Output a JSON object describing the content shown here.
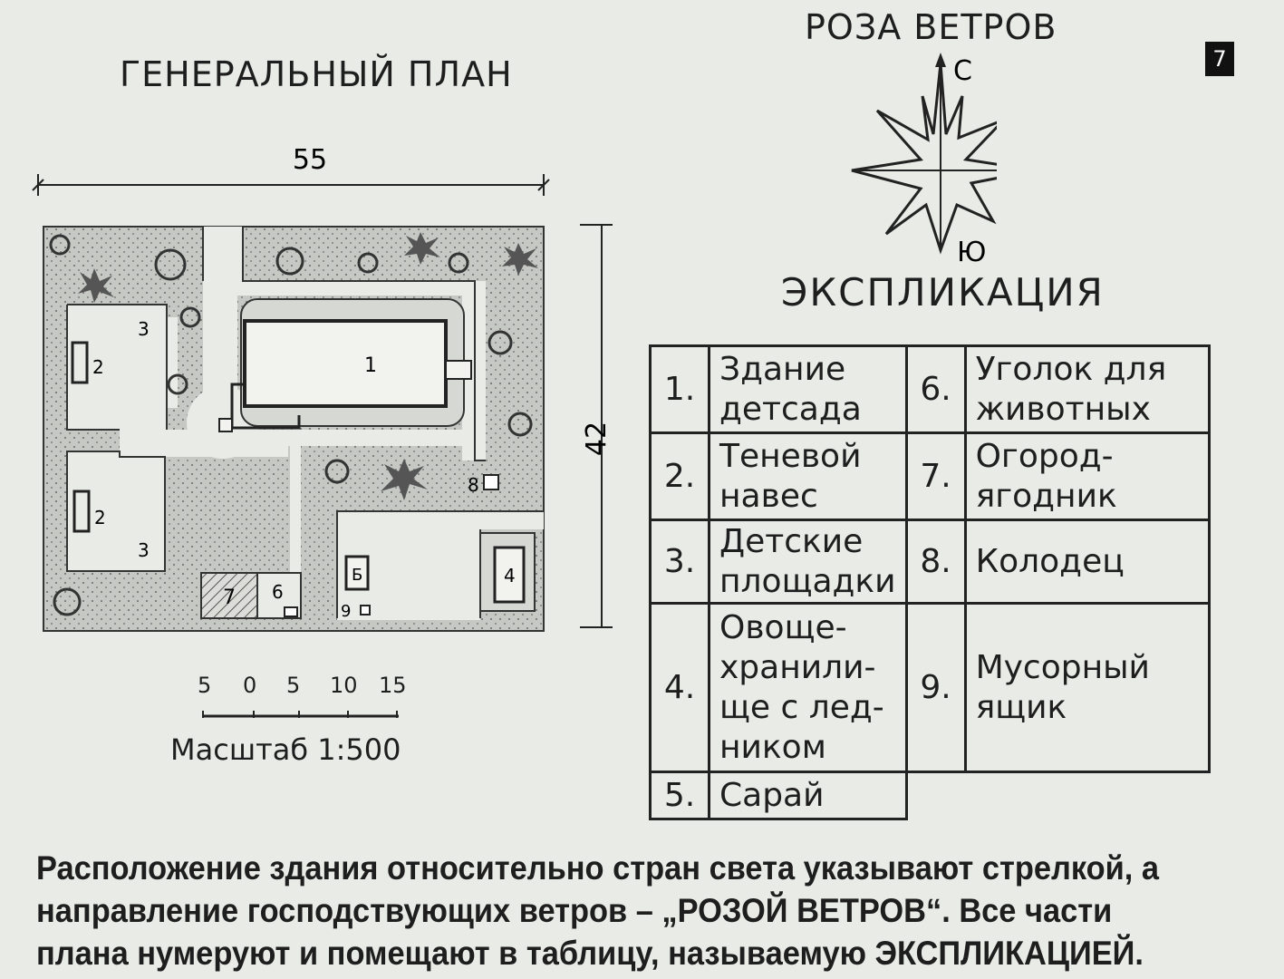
{
  "slide_number": "7",
  "plan": {
    "title": "ГЕНЕРАЛЬНЫЙ ПЛАН",
    "width_dim": "55",
    "height_dim": "42",
    "labels": {
      "building": "1",
      "shade_a": "2",
      "shade_b": "2",
      "play_a": "3",
      "play_b": "3",
      "storage": "4",
      "shed": "Б",
      "animals": "6",
      "garden": "7",
      "well": "8",
      "trash": "9"
    },
    "scale_numbers": [
      "5",
      "0",
      "5",
      "10",
      "15"
    ],
    "scale_caption": "Масштаб 1:500"
  },
  "wind_rose": {
    "title": "РОЗА ВЕТРОВ",
    "north": "С",
    "south": "Ю"
  },
  "explication": {
    "title": "ЭКСПЛИКАЦИЯ",
    "rows": [
      {
        "n1": "1.",
        "t1": "Здание детсада",
        "n2": "6.",
        "t2": "Уголок для животных"
      },
      {
        "n1": "2.",
        "t1": "Теневой навес",
        "n2": "7.",
        "t2": "Огород-ягодник"
      },
      {
        "n1": "3.",
        "t1": "Детские площадки",
        "n2": "8.",
        "t2": "Колодец"
      },
      {
        "n1": "4.",
        "t1": "Овоще-хранили-ще с лед-ником",
        "n2": "9.",
        "t2": "Мусорный ящик"
      },
      {
        "n1": "5.",
        "t1": "Сарай"
      }
    ]
  },
  "caption": "Расположение здания относительно стран света указывают стрелкой, а направление господствующих ветров – „РОЗОЙ ВЕТРОВ“. Все части плана нумеруют и помещают в таблицу, называемую ЭКСПЛИКАЦИЕЙ."
}
